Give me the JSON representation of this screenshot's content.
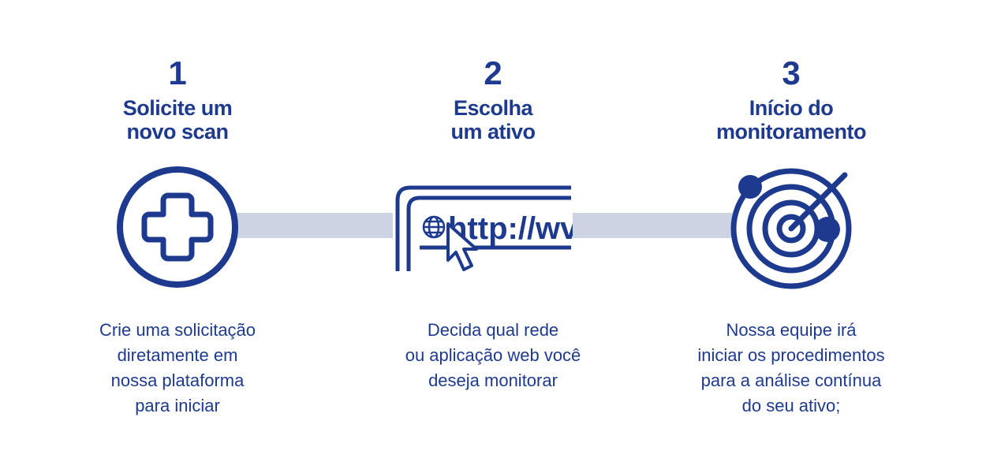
{
  "colors": {
    "primary": "#1d3a8f",
    "connector": "#ccd4e4",
    "background": "#ffffff"
  },
  "steps": [
    {
      "number": "1",
      "title_lines": [
        "Solicite um",
        "novo scan"
      ],
      "icon": "plus-circle-icon",
      "description_lines": [
        "Crie uma solicitação",
        "diretamente em",
        "nossa plataforma",
        "para iniciar"
      ]
    },
    {
      "number": "2",
      "title_lines": [
        "Escolha",
        "um ativo"
      ],
      "icon": "browser-url-cursor-icon",
      "icon_text": "http://wv",
      "description_lines": [
        "Decida qual rede",
        "ou aplicação web você",
        "deseja monitorar"
      ]
    },
    {
      "number": "3",
      "title_lines": [
        "Início do",
        "monitoramento"
      ],
      "icon": "radar-target-icon",
      "description_lines": [
        "Nossa equipe irá",
        "iniciar os procedimentos",
        "para a análise contínua",
        "do seu ativo;"
      ]
    }
  ]
}
